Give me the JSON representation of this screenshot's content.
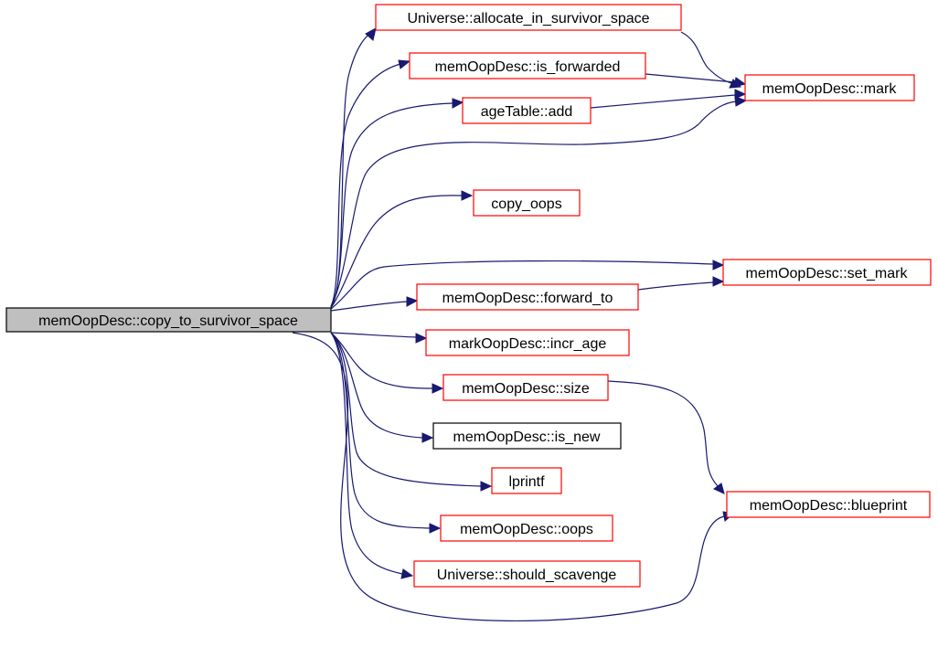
{
  "colors": {
    "edge": "#191970",
    "linked_border": "#ff0000",
    "plain_border": "#000000",
    "root_fill": "#bfbfbf",
    "node_fill": "#ffffff"
  },
  "nodes": {
    "root": {
      "label": "memOopDesc::copy_to_survivor_space",
      "kind": "root"
    },
    "allocate": {
      "label": "Universe::allocate_in_survivor_space",
      "kind": "linked"
    },
    "is_forwarded": {
      "label": "memOopDesc::is_forwarded",
      "kind": "linked"
    },
    "agetable_add": {
      "label": "ageTable::add",
      "kind": "linked"
    },
    "mark": {
      "label": "memOopDesc::mark",
      "kind": "linked"
    },
    "copy_oops": {
      "label": "copy_oops",
      "kind": "linked"
    },
    "set_mark": {
      "label": "memOopDesc::set_mark",
      "kind": "linked"
    },
    "forward_to": {
      "label": "memOopDesc::forward_to",
      "kind": "linked"
    },
    "incr_age": {
      "label": "markOopDesc::incr_age",
      "kind": "linked"
    },
    "size": {
      "label": "memOopDesc::size",
      "kind": "linked"
    },
    "is_new": {
      "label": "memOopDesc::is_new",
      "kind": "plain"
    },
    "lprintf": {
      "label": "lprintf",
      "kind": "linked"
    },
    "blueprint": {
      "label": "memOopDesc::blueprint",
      "kind": "linked"
    },
    "oops": {
      "label": "memOopDesc::oops",
      "kind": "linked"
    },
    "should_scavenge": {
      "label": "Universe::should_scavenge",
      "kind": "linked"
    }
  },
  "edges": [
    {
      "from": "root",
      "to": "allocate"
    },
    {
      "from": "root",
      "to": "is_forwarded"
    },
    {
      "from": "root",
      "to": "agetable_add"
    },
    {
      "from": "root",
      "to": "mark"
    },
    {
      "from": "root",
      "to": "copy_oops"
    },
    {
      "from": "root",
      "to": "set_mark"
    },
    {
      "from": "root",
      "to": "forward_to"
    },
    {
      "from": "root",
      "to": "incr_age"
    },
    {
      "from": "root",
      "to": "size"
    },
    {
      "from": "root",
      "to": "is_new"
    },
    {
      "from": "root",
      "to": "lprintf"
    },
    {
      "from": "root",
      "to": "oops"
    },
    {
      "from": "root",
      "to": "should_scavenge"
    },
    {
      "from": "root",
      "to": "blueprint"
    },
    {
      "from": "allocate",
      "to": "mark"
    },
    {
      "from": "is_forwarded",
      "to": "mark"
    },
    {
      "from": "agetable_add",
      "to": "mark"
    },
    {
      "from": "forward_to",
      "to": "set_mark"
    },
    {
      "from": "size",
      "to": "blueprint"
    }
  ]
}
